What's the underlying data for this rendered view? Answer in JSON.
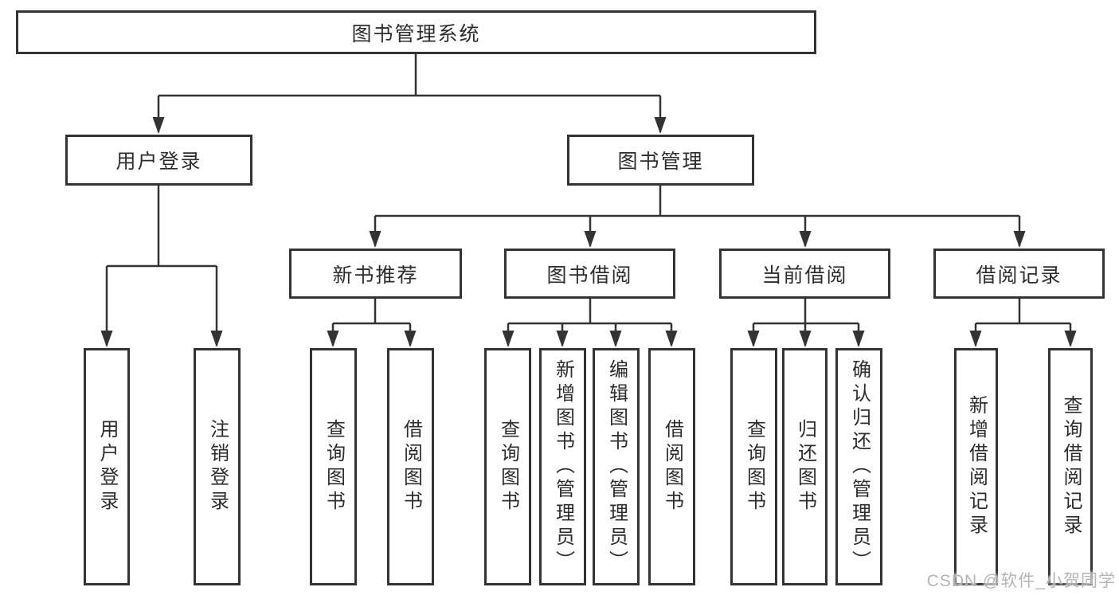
{
  "diagram": {
    "tree": {
      "label": "图书管理系统",
      "children": [
        {
          "label": "用户登录",
          "children": [
            {
              "label": "用户登录"
            },
            {
              "label": "注销登录"
            }
          ]
        },
        {
          "label": "图书管理",
          "children": [
            {
              "label": "新书推荐",
              "children": [
                {
                  "label": "查询图书"
                },
                {
                  "label": "借阅图书"
                }
              ]
            },
            {
              "label": "图书借阅",
              "children": [
                {
                  "label": "查询图书"
                },
                {
                  "label": "新增图书（管理员）"
                },
                {
                  "label": "编辑图书（管理员）"
                },
                {
                  "label": "借阅图书"
                }
              ]
            },
            {
              "label": "当前借阅",
              "children": [
                {
                  "label": "查询图书"
                },
                {
                  "label": "归还图书"
                },
                {
                  "label": "确认归还（管理员）"
                }
              ]
            },
            {
              "label": "借阅记录",
              "children": [
                {
                  "label": "新增借阅记录"
                },
                {
                  "label": "查询借阅记录"
                }
              ]
            }
          ]
        }
      ]
    },
    "colors": {
      "line": "#333333",
      "text": "#2d2d2d",
      "box_background": "#ffffff",
      "watermark": "#b5b5b5"
    }
  },
  "watermark": {
    "text": "CSDN @软件_小贺同学"
  }
}
